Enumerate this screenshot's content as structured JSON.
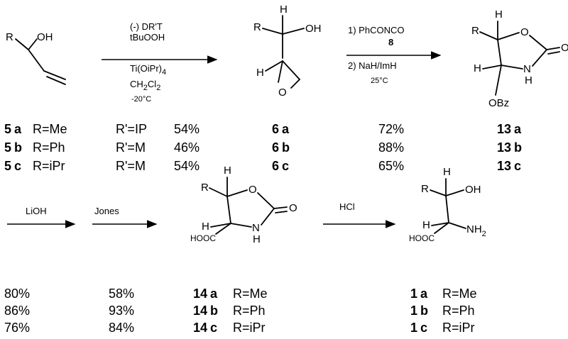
{
  "compounds": {
    "allyl_alcohol": {
      "R": "R",
      "OH": "OH"
    },
    "epoxide": {
      "R": "R",
      "H1": "H",
      "H2": "H",
      "OH": "OH",
      "O": "O"
    },
    "oxazolidinone": {
      "R": "R",
      "H1": "H",
      "H2": "H",
      "O": "O",
      "O2": "O",
      "N": "N",
      "NH_H": "H",
      "OBz": "OBz"
    },
    "acid": {
      "R": "R",
      "H1": "H",
      "H2": "H",
      "O": "O",
      "O2": "O",
      "N": "N",
      "NH_H": "H",
      "COOH": "HOOC"
    },
    "amino_acid": {
      "R": "R",
      "H1": "H",
      "H2": "H",
      "OH": "OH",
      "NH2": "NH",
      "NH2_sub": "2",
      "COOH": "HOOC"
    }
  },
  "step1": {
    "line1": "(-) DR'T",
    "line2": "tBuOOH",
    "line3a": "Ti(OiPr)",
    "line3b": "4",
    "line4a": "CH",
    "line4b": "2",
    "line4c": "Cl",
    "line4d": "2",
    "line5": "-20°C"
  },
  "step2": {
    "line1": "1) PhCONCO",
    "line2": "8",
    "line3": "2) NaH/ImH",
    "line4": "25°C"
  },
  "step3": {
    "label": "LiOH"
  },
  "step4": {
    "label": "Jones"
  },
  "step5": {
    "label": "HCl"
  },
  "table1": {
    "rows": [
      {
        "sm_num": "5",
        "sm_let": "a",
        "sm_r": "R=Me",
        "rp": "R'=IP",
        "y1": "54%",
        "p1_num": "6",
        "p1_let": "a",
        "y2": "72%",
        "p2_num": "13",
        "p2_let": "a"
      },
      {
        "sm_num": "5",
        "sm_let": "b",
        "sm_r": "R=Ph",
        "rp": "R'=M",
        "y1": "46%",
        "p1_num": "6",
        "p1_let": "b",
        "y2": "88%",
        "p2_num": "13",
        "p2_let": "b"
      },
      {
        "sm_num": "5",
        "sm_let": "c",
        "sm_r": "R=iPr",
        "rp": "R'=M",
        "y1": "54%",
        "p1_num": "6",
        "p1_let": "c",
        "y2": "65%",
        "p2_num": "13",
        "p2_let": "c"
      }
    ]
  },
  "table2": {
    "rows": [
      {
        "y1": "80%",
        "y2": "58%",
        "p1_num": "14",
        "p1_let": "a",
        "p1_r": "R=Me",
        "p2_num": "1",
        "p2_let": "a",
        "p2_r": "R=Me"
      },
      {
        "y1": "86%",
        "y2": "93%",
        "p1_num": "14",
        "p1_let": "b",
        "p1_r": "R=Ph",
        "p2_num": "1",
        "p2_let": "b",
        "p2_r": "R=Ph"
      },
      {
        "y1": "76%",
        "y2": "84%",
        "p1_num": "14",
        "p1_let": "c",
        "p1_r": "R=iPr",
        "p2_num": "1",
        "p2_let": "c",
        "p2_r": "R=iPr"
      }
    ]
  }
}
